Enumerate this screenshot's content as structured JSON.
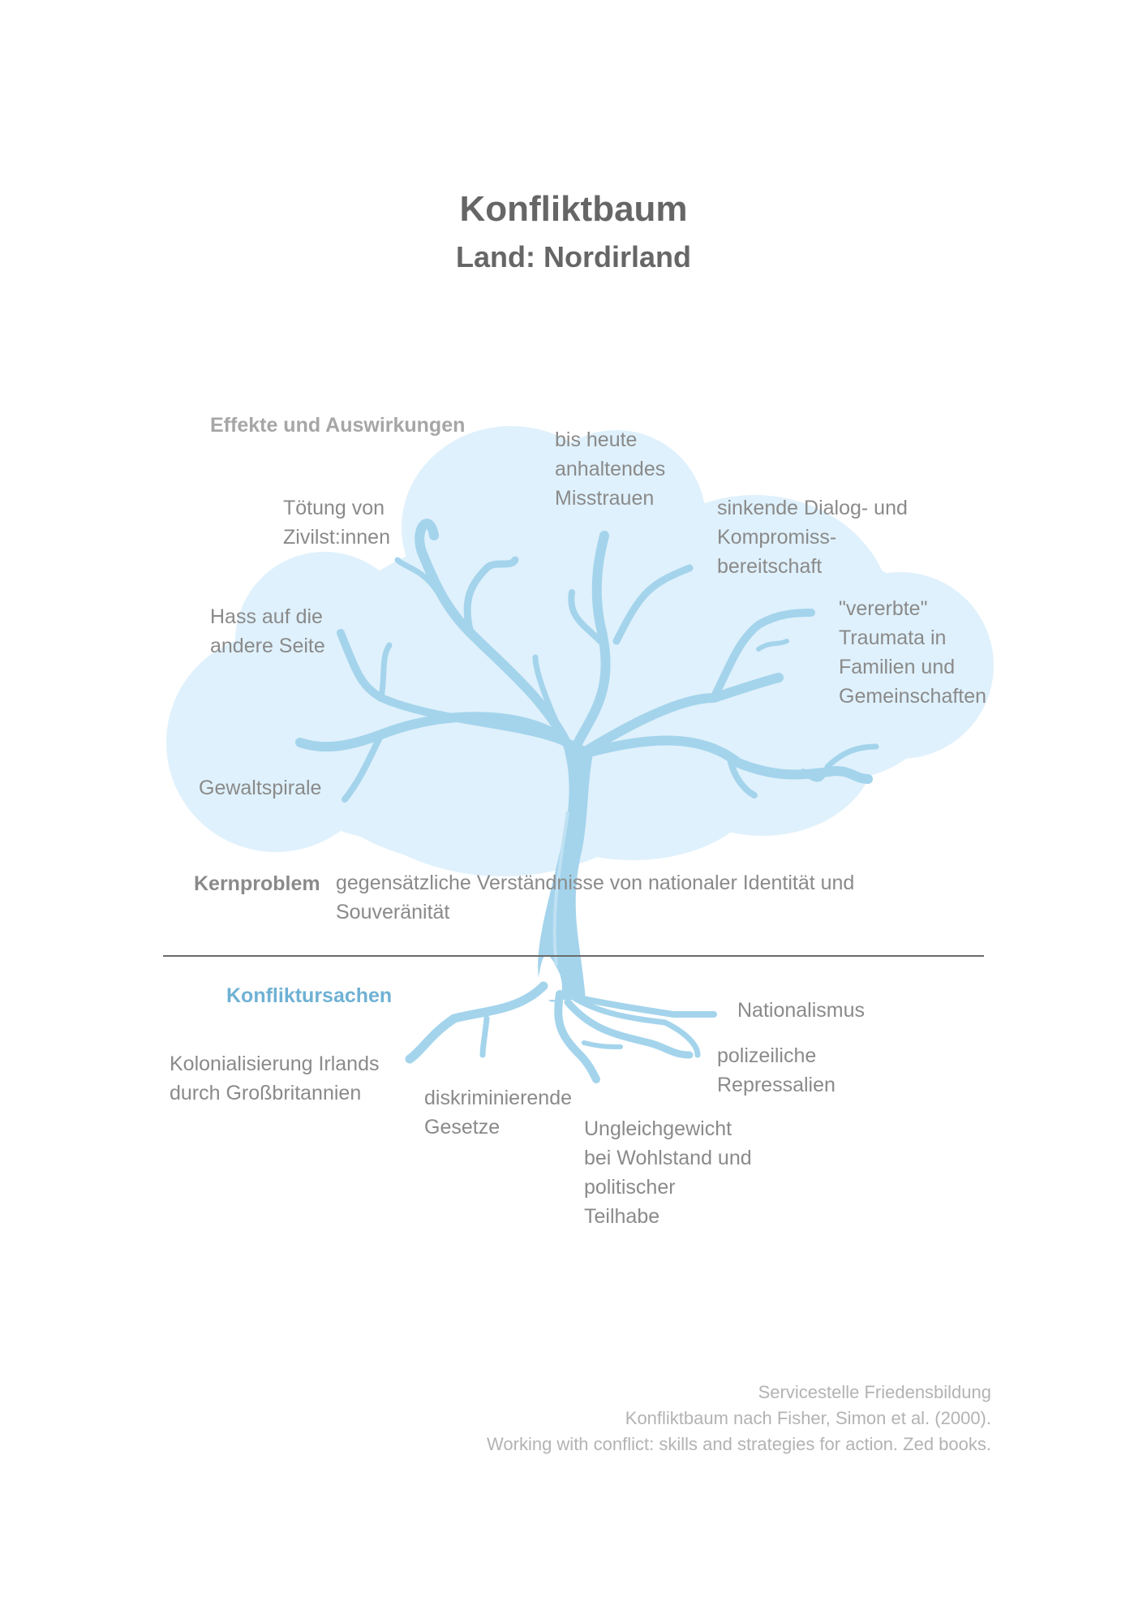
{
  "header": {
    "title": "Konfliktbaum",
    "subtitle": "Land: Nordirland"
  },
  "sections": {
    "effects_heading": "Effekte und Auswirkungen",
    "core_heading": "Kernproblem",
    "causes_heading": "Konfliktursachen"
  },
  "effects": [
    "bis heute\nanhaltendes\nMisstrauen",
    "Tötung von\nZivilst:innen",
    "sinkende Dialog- und\nKompromiss-\nbereitschaft",
    "Hass auf die\nandere Seite",
    "\"vererbte\"\nTraumata in\nFamilien und\nGemeinschaften",
    "Gewaltspirale"
  ],
  "core_problem": "gegensätzliche Verständnisse von nationaler Identität und\nSouveränität",
  "causes": [
    "Nationalismus",
    "Kolonialisierung Irlands\ndurch Großbritannien",
    "polizeiliche\nRepressalien",
    "diskriminierende\n Gesetze",
    "Ungleichgewicht\nbei Wohlstand und\npolitischer\nTeilhabe"
  ],
  "footer": {
    "line1": "Servicestelle Friedensbildung",
    "line2": "Konfliktbaum nach Fisher, Simon et al. (2000).",
    "line3": "Working with conflict: skills and strategies for action. Zed books."
  },
  "colors": {
    "crown": "#dff1fc",
    "tree": "#a4d4ec",
    "tree_highlight": "#bfe1f3",
    "causes_heading": "#6fb1d4"
  }
}
